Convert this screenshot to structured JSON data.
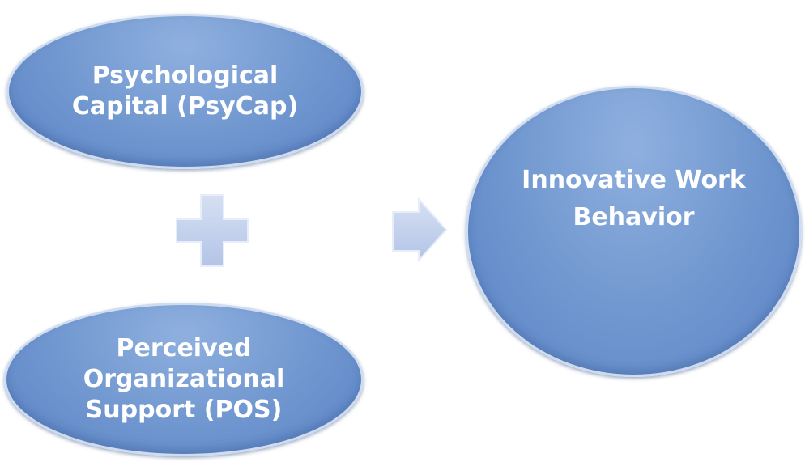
{
  "nodes": {
    "psycap": "Psychological\nCapital (PsyCap)",
    "pos": "Perceived\nOrganizational\nSupport (POS)",
    "iwb": "Innovative Work\nBehavior"
  },
  "colors": {
    "fill": "#6f96cf",
    "symbol": "#c3d1ec"
  }
}
